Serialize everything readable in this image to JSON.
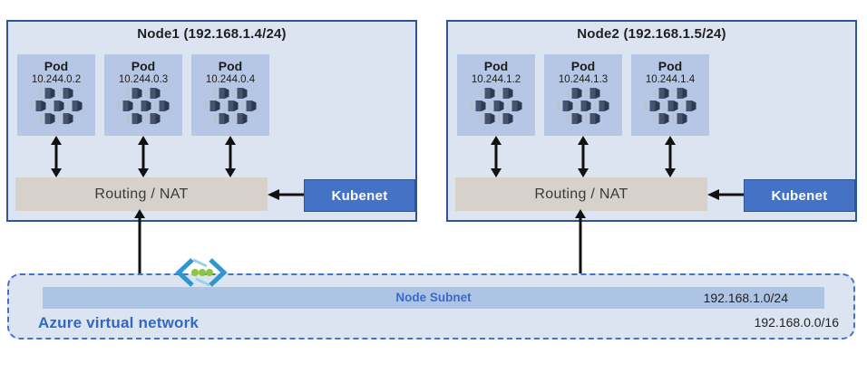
{
  "diagram": {
    "title_semantics": "Azure Kubenet networking: two nodes with pods, routing/NAT and kubenet over a virtual network",
    "nodes": [
      {
        "title": "Node1 (192.168.1.4/24)",
        "pods": [
          {
            "label": "Pod",
            "ip": "10.244.0.2"
          },
          {
            "label": "Pod",
            "ip": "10.244.0.3"
          },
          {
            "label": "Pod",
            "ip": "10.244.0.4"
          }
        ],
        "routing_label": "Routing / NAT",
        "kubenet_label": "Kubenet"
      },
      {
        "title": "Node2 (192.168.1.5/24)",
        "pods": [
          {
            "label": "Pod",
            "ip": "10.244.1.2"
          },
          {
            "label": "Pod",
            "ip": "10.244.1.3"
          },
          {
            "label": "Pod",
            "ip": "10.244.1.4"
          }
        ],
        "routing_label": "Routing / NAT",
        "kubenet_label": "Kubenet"
      }
    ],
    "vnet": {
      "label": "Azure virtual network",
      "subnet_label": "Node Subnet",
      "subnet_cidr": "192.168.1.0/24",
      "vnet_cidr": "192.168.0.0/16"
    },
    "icons": {
      "pod_icon": "pod-containers-cluster",
      "vnet_icon": "virtual-network-chevrons-dots",
      "arrows": "black-double-headed-and-single-headed"
    },
    "colors": {
      "node_fill": "#dce4f2",
      "node_border": "#2f5597",
      "pod_fill": "#b5c7e5",
      "routing_bar_fill": "#d6d2cb",
      "kubenet_fill": "#4472c4",
      "subnet_bar_fill": "#aec4e4",
      "vnet_border_dashed": "#4472c4",
      "blue_text": "#2e6ac4",
      "arrow": "#111111",
      "vnet_icon_blue": "#2e96d2",
      "vnet_icon_green": "#8cc63f"
    }
  }
}
